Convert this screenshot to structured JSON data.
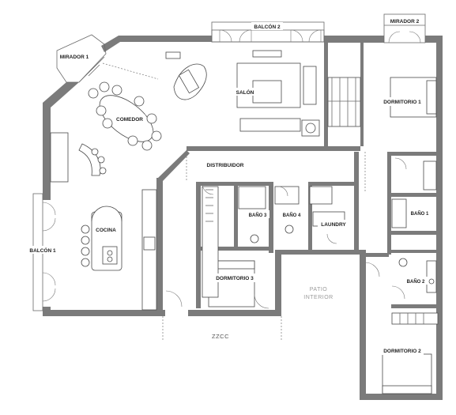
{
  "rooms": {
    "mirador_1": "MIRADOR 1",
    "balcon_2": "BALCÓN 2",
    "mirador_2": "MIRADOR 2",
    "salon": "SALÓN",
    "dormitorio_1": "DORMITORIO 1",
    "comedor": "COMEDOR",
    "distribuidor": "DISTRIBUIDOR",
    "bano_3": "BAÑO 3",
    "bano_4": "BAÑO 4",
    "bano_1": "BAÑO 1",
    "laundry": "LAUNDRY",
    "cocina": "COCINA",
    "balcon_1": "BALCÓN 1",
    "bano_2": "BAÑO 2",
    "dormitorio_3": "DORMITORIO 3",
    "patio_line1": "PATIO",
    "patio_line2": "INTERIOR",
    "dormitorio_2": "DORMITORIO 2",
    "zzcc": "ZZCC"
  },
  "colors": {
    "wall": "#7b7b7b",
    "line": "#4a4a4a",
    "label_bg": "#ffffff",
    "patio_text": "#9a9a9a"
  }
}
